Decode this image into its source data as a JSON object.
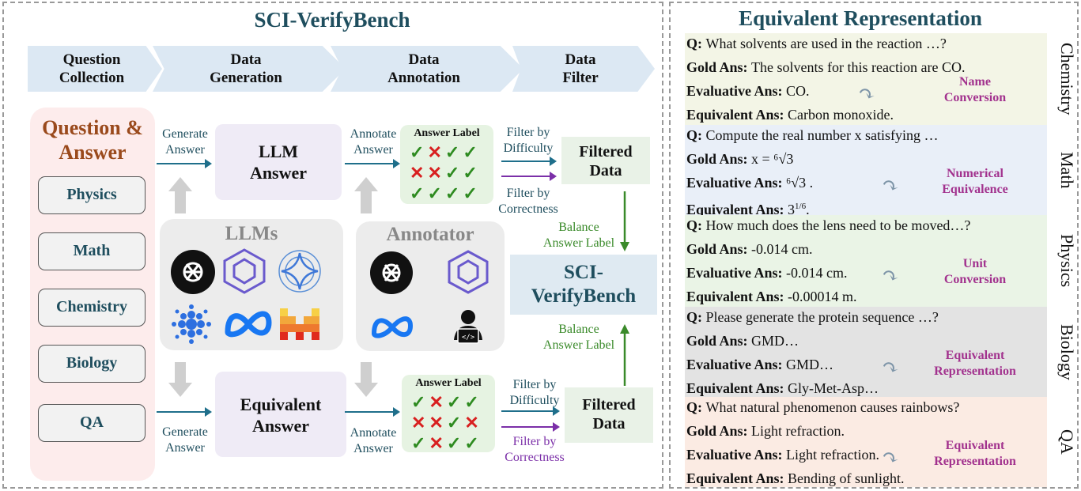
{
  "left_title": "SCI-VerifyBench",
  "right_title": "Equivalent Representation",
  "steps": [
    {
      "line1": "Question",
      "line2": "Collection"
    },
    {
      "line1": "Data",
      "line2": "Generation"
    },
    {
      "line1": "Data",
      "line2": "Annotation"
    },
    {
      "line1": "Data",
      "line2": "Filter"
    }
  ],
  "qa": {
    "title_line1": "Question &",
    "title_line2": "Answer",
    "subjects": [
      "Physics",
      "Math",
      "Chemistry",
      "Biology",
      "QA"
    ]
  },
  "labels": {
    "generate": [
      "Generate",
      "Answer"
    ],
    "annotate": [
      "Annotate",
      "Answer"
    ],
    "filter_difficulty": [
      "Filter by",
      "Difficulty"
    ],
    "filter_correctness": [
      "Filter by",
      "Correctness"
    ],
    "balance": [
      "Balance",
      "Answer Label"
    ]
  },
  "llm_answer": [
    "LLM",
    "Answer"
  ],
  "equivalent_answer": [
    "Equivalent",
    "Answer"
  ],
  "answer_label": "Answer Label",
  "filtered_data": [
    "Filtered",
    "Data"
  ],
  "llms_title": "LLMs",
  "annotator_title": "Annotator",
  "sci_box": [
    "SCI-",
    "VerifyBench"
  ],
  "top_grid": [
    [
      "✓",
      "✕",
      "✓",
      "✓"
    ],
    [
      "✕",
      "✕",
      "✓",
      "✓"
    ],
    [
      "✓",
      "✓",
      "✓",
      "✓"
    ]
  ],
  "bottom_grid": [
    [
      "✓",
      "✕",
      "✓",
      "✓"
    ],
    [
      "✕",
      "✕",
      "✓",
      "✕"
    ],
    [
      "✓",
      "✕",
      "✓",
      "✓"
    ]
  ],
  "examples": [
    {
      "category": "Chemistry",
      "color": "#f3f5e6",
      "q": "What solvents are used in the reaction …?",
      "gold": "The solvents for this reaction are CO.",
      "eval": "CO.",
      "equiv": "Carbon monoxide.",
      "conv": [
        "Name",
        "Conversion"
      ]
    },
    {
      "category": "Math",
      "color": "#e9eff8",
      "q": "Compute the real number x  satisfying …",
      "gold": "x = ⁶√3",
      "eval": "⁶√3 .",
      "equiv": "3^(1/6).",
      "conv": [
        "Numerical",
        "Equivalence"
      ]
    },
    {
      "category": "Physics",
      "color": "#eaf4e6",
      "q": "How much does the lens need to be moved…?",
      "gold": "-0.014 cm.",
      "eval": "-0.014 cm.",
      "equiv": "-0.00014 m.",
      "conv": [
        "Unit",
        "Conversion"
      ]
    },
    {
      "category": "Biology",
      "color": "#e3e3e3",
      "q": "Please generate the protein sequence …?",
      "gold": "GMD…",
      "eval": "GMD…",
      "equiv": "Gly-Met-Asp…",
      "conv": [
        "Equivalent",
        "Representation"
      ]
    },
    {
      "category": "QA",
      "color": "#fbebe3",
      "q": "What natural phenomenon causes rainbows?",
      "gold": "Light refraction.",
      "eval": "Light refraction.",
      "equiv": "Bending of sunlight.",
      "conv": [
        "Equivalent",
        "Representation"
      ]
    }
  ],
  "prefix": {
    "q": "Q:",
    "gold": "Gold Ans:",
    "eval": "Evaluative Ans:",
    "equiv": "Equivalent Ans:"
  },
  "colors": {
    "teal": "#1f6f8b",
    "purple": "#7b2fa8",
    "green": "#3a8a2a",
    "accent_title": "#1f4e5e"
  }
}
